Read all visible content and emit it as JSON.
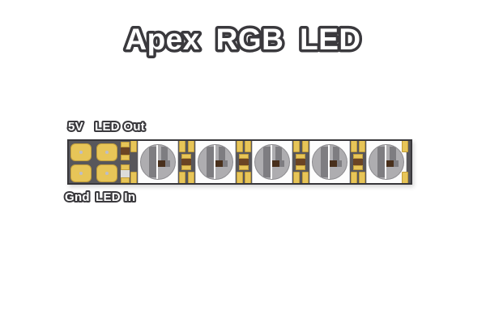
{
  "title": "Apex RGB LED",
  "pinout": {
    "top_left": "5V",
    "top_right": "LED Out",
    "bottom_left": "Gnd",
    "bottom_right": "LED In"
  },
  "strip": {
    "led_count": 5,
    "power_pad_count": 4,
    "input_passive_count": 2,
    "inter_led_passive_count": 4
  },
  "colors": {
    "background": "#ffffff",
    "text_fill": "#ffffff",
    "text_outline": "#3a393d",
    "pcb": "#58575b",
    "pcb_border": "#38373b",
    "pad_yellow": "#e7c558",
    "pad_border": "#c29e3a",
    "pad_dot": "#bcbdc8",
    "package_white": "#fdfdfd",
    "package_border": "#cfcfcf",
    "lens_gray": "#aeadb0",
    "lens_edge": "#8b8a8e",
    "lens_bar": "#7e7d81",
    "die_brown": "#49301c",
    "resistor_body": "#6b4424",
    "capacitor_body": "#dcdcda"
  }
}
